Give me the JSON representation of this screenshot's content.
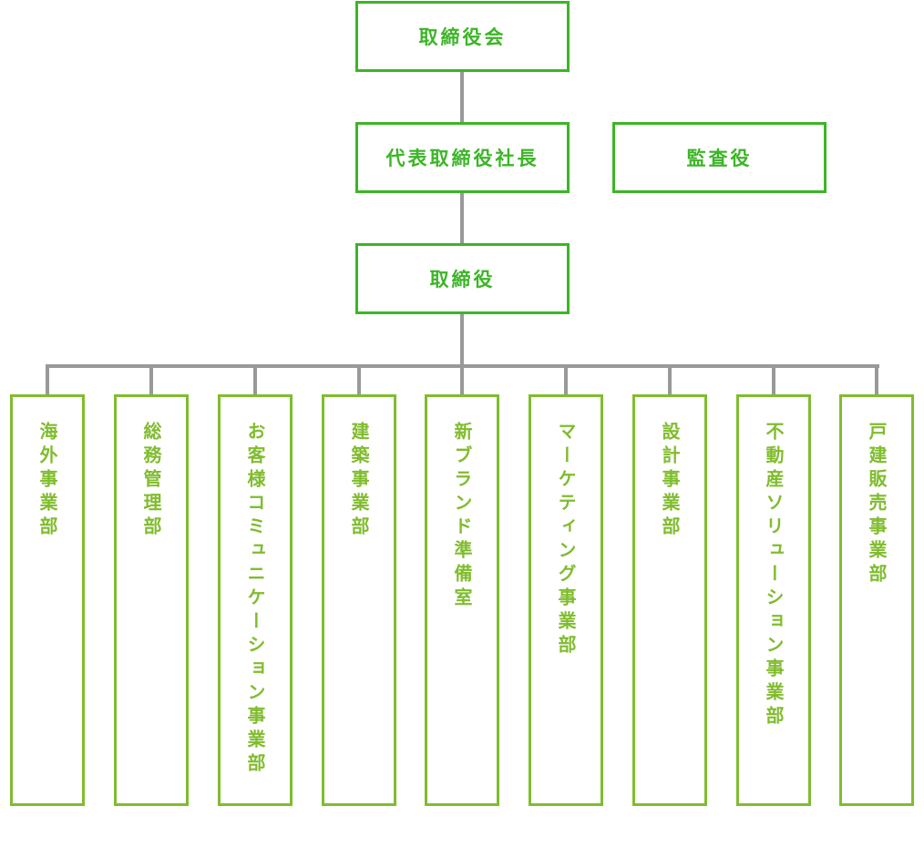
{
  "colors": {
    "executive": "#3cb527",
    "department": "#80bc2e",
    "connector": "#999999"
  },
  "executives": {
    "board": "取締役会",
    "president": "代表取締役社長",
    "auditor": "監査役",
    "directors": "取締役"
  },
  "departments": [
    "海外事業部",
    "総務管理部",
    "お客様コミュニケーション事業部",
    "建築事業部",
    "新ブランド準備室",
    "マーケティング事業部",
    "設計事業部",
    "不動産ソリューション事業部",
    "戸建販売事業部"
  ]
}
